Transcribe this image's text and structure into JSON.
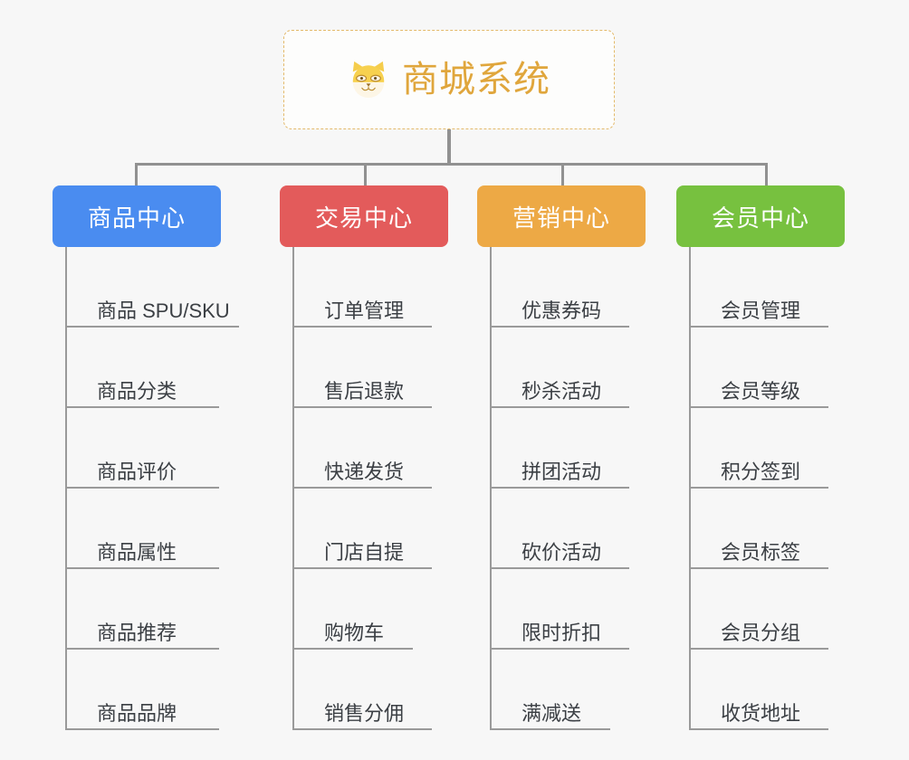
{
  "root": {
    "icon": "shiba-inu-dog-face-emoji",
    "title": "商城系统",
    "title_color": "#e0a63c",
    "border_color": "#e3b96a"
  },
  "connector_color": "#919191",
  "columns": [
    {
      "id": "product-center",
      "header": "商品中心",
      "color": "#4a8cf0",
      "items": [
        "商品 SPU/SKU",
        "商品分类",
        "商品评价",
        "商品属性",
        "商品推荐",
        "商品品牌"
      ]
    },
    {
      "id": "trade-center",
      "header": "交易中心",
      "color": "#e35b5b",
      "items": [
        "订单管理",
        "售后退款",
        "快递发货",
        "门店自提",
        "购物车",
        "销售分佣"
      ]
    },
    {
      "id": "marketing-center",
      "header": "营销中心",
      "color": "#eda945",
      "items": [
        "优惠券码",
        "秒杀活动",
        "拼团活动",
        "砍价活动",
        "限时折扣",
        "满减送"
      ]
    },
    {
      "id": "member-center",
      "header": "会员中心",
      "color": "#77c13f",
      "items": [
        "会员管理",
        "会员等级",
        "积分签到",
        "会员标签",
        "会员分组",
        "收货地址"
      ]
    }
  ]
}
